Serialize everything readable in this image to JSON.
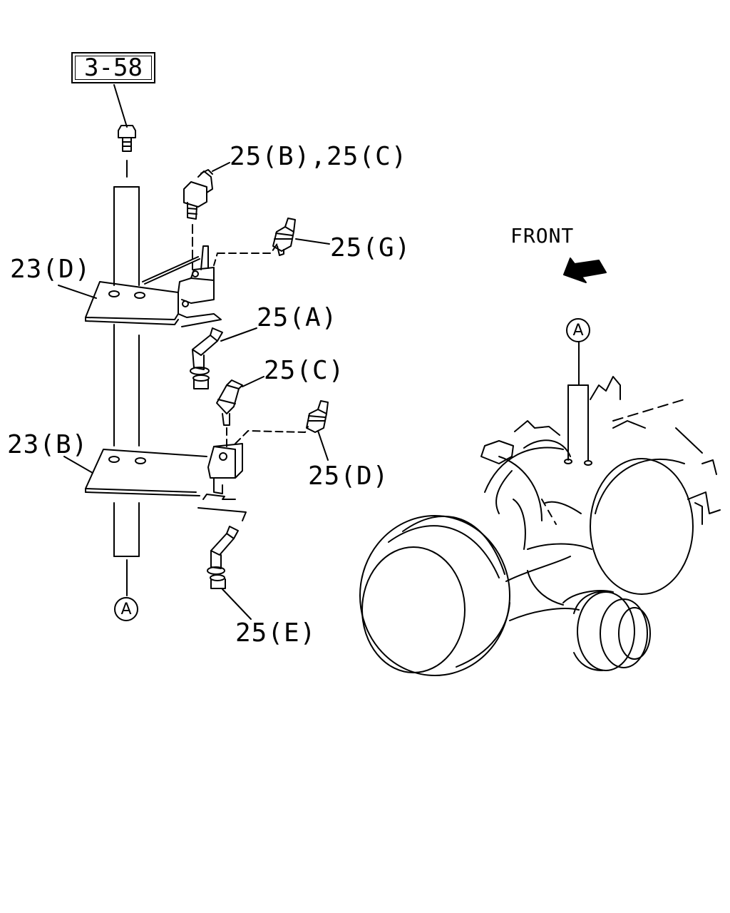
{
  "reference_box": "3-58",
  "front_label": "FRONT",
  "circle_marker": "A",
  "callouts": {
    "c25bc": "25(B),25(C)",
    "c25g": "25(G)",
    "c23d": "23(D)",
    "c25a": "25(A)",
    "c25c": "25(C)",
    "c23b": "23(B)",
    "c25d": "25(D)",
    "c25e": "25(E)"
  }
}
